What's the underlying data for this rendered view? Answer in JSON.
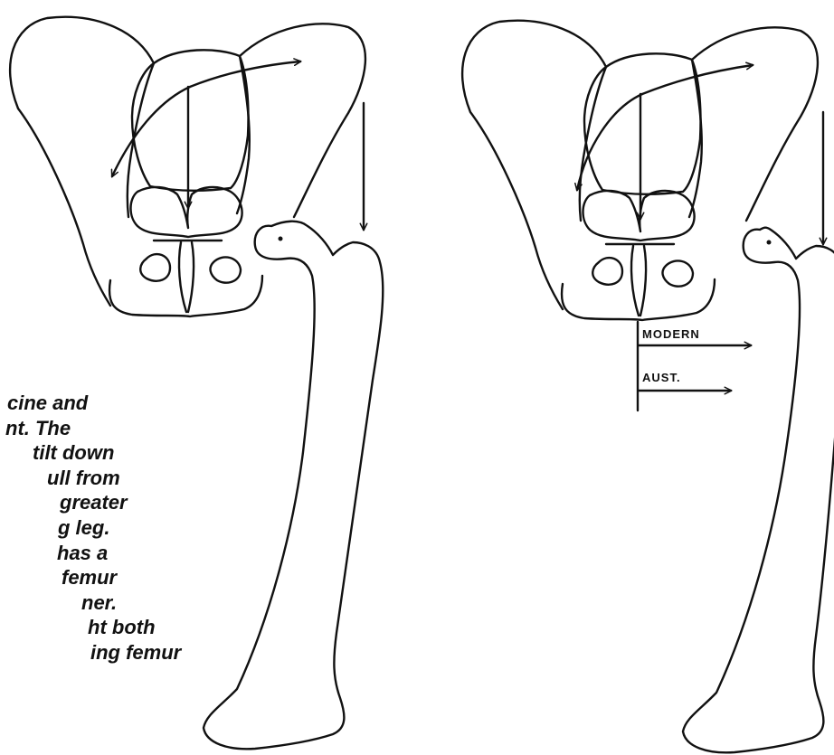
{
  "caption": {
    "lines": [
      "cine and",
      "nt.  The",
      "tilt down",
      "ull from",
      "greater",
      "g leg.",
      "has a",
      "femur",
      "ner.",
      "ht both",
      "ing femur"
    ]
  },
  "labels": {
    "modern": "MODERN",
    "aust": "AUST."
  },
  "colors": {
    "ink": "#111111",
    "background": "#ffffff"
  }
}
